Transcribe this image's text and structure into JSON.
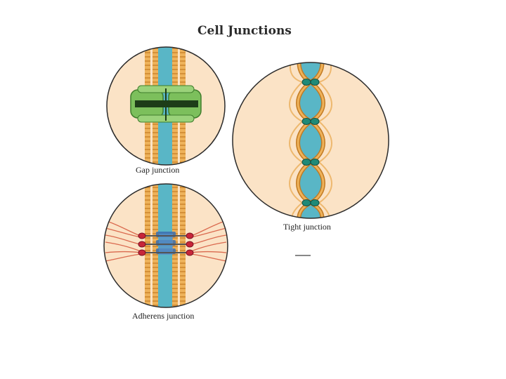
{
  "title": "Cell Junctions",
  "captions": {
    "gap": "Gap junction",
    "tight": "Tight junction",
    "adherens": "Adherens junction"
  },
  "colors": {
    "cytoplasm": "#fbe3c6",
    "membrane": "#e8a64a",
    "membrane_dark": "#c27a22",
    "intercellular_space": "#59b6c6",
    "gap_protein": "#7cbf5c",
    "tight_protein": "#1f8a78",
    "adherens_knob": "#c7263a",
    "adherens_mesh": "#3d6fb0",
    "filament": "#d4553a"
  }
}
